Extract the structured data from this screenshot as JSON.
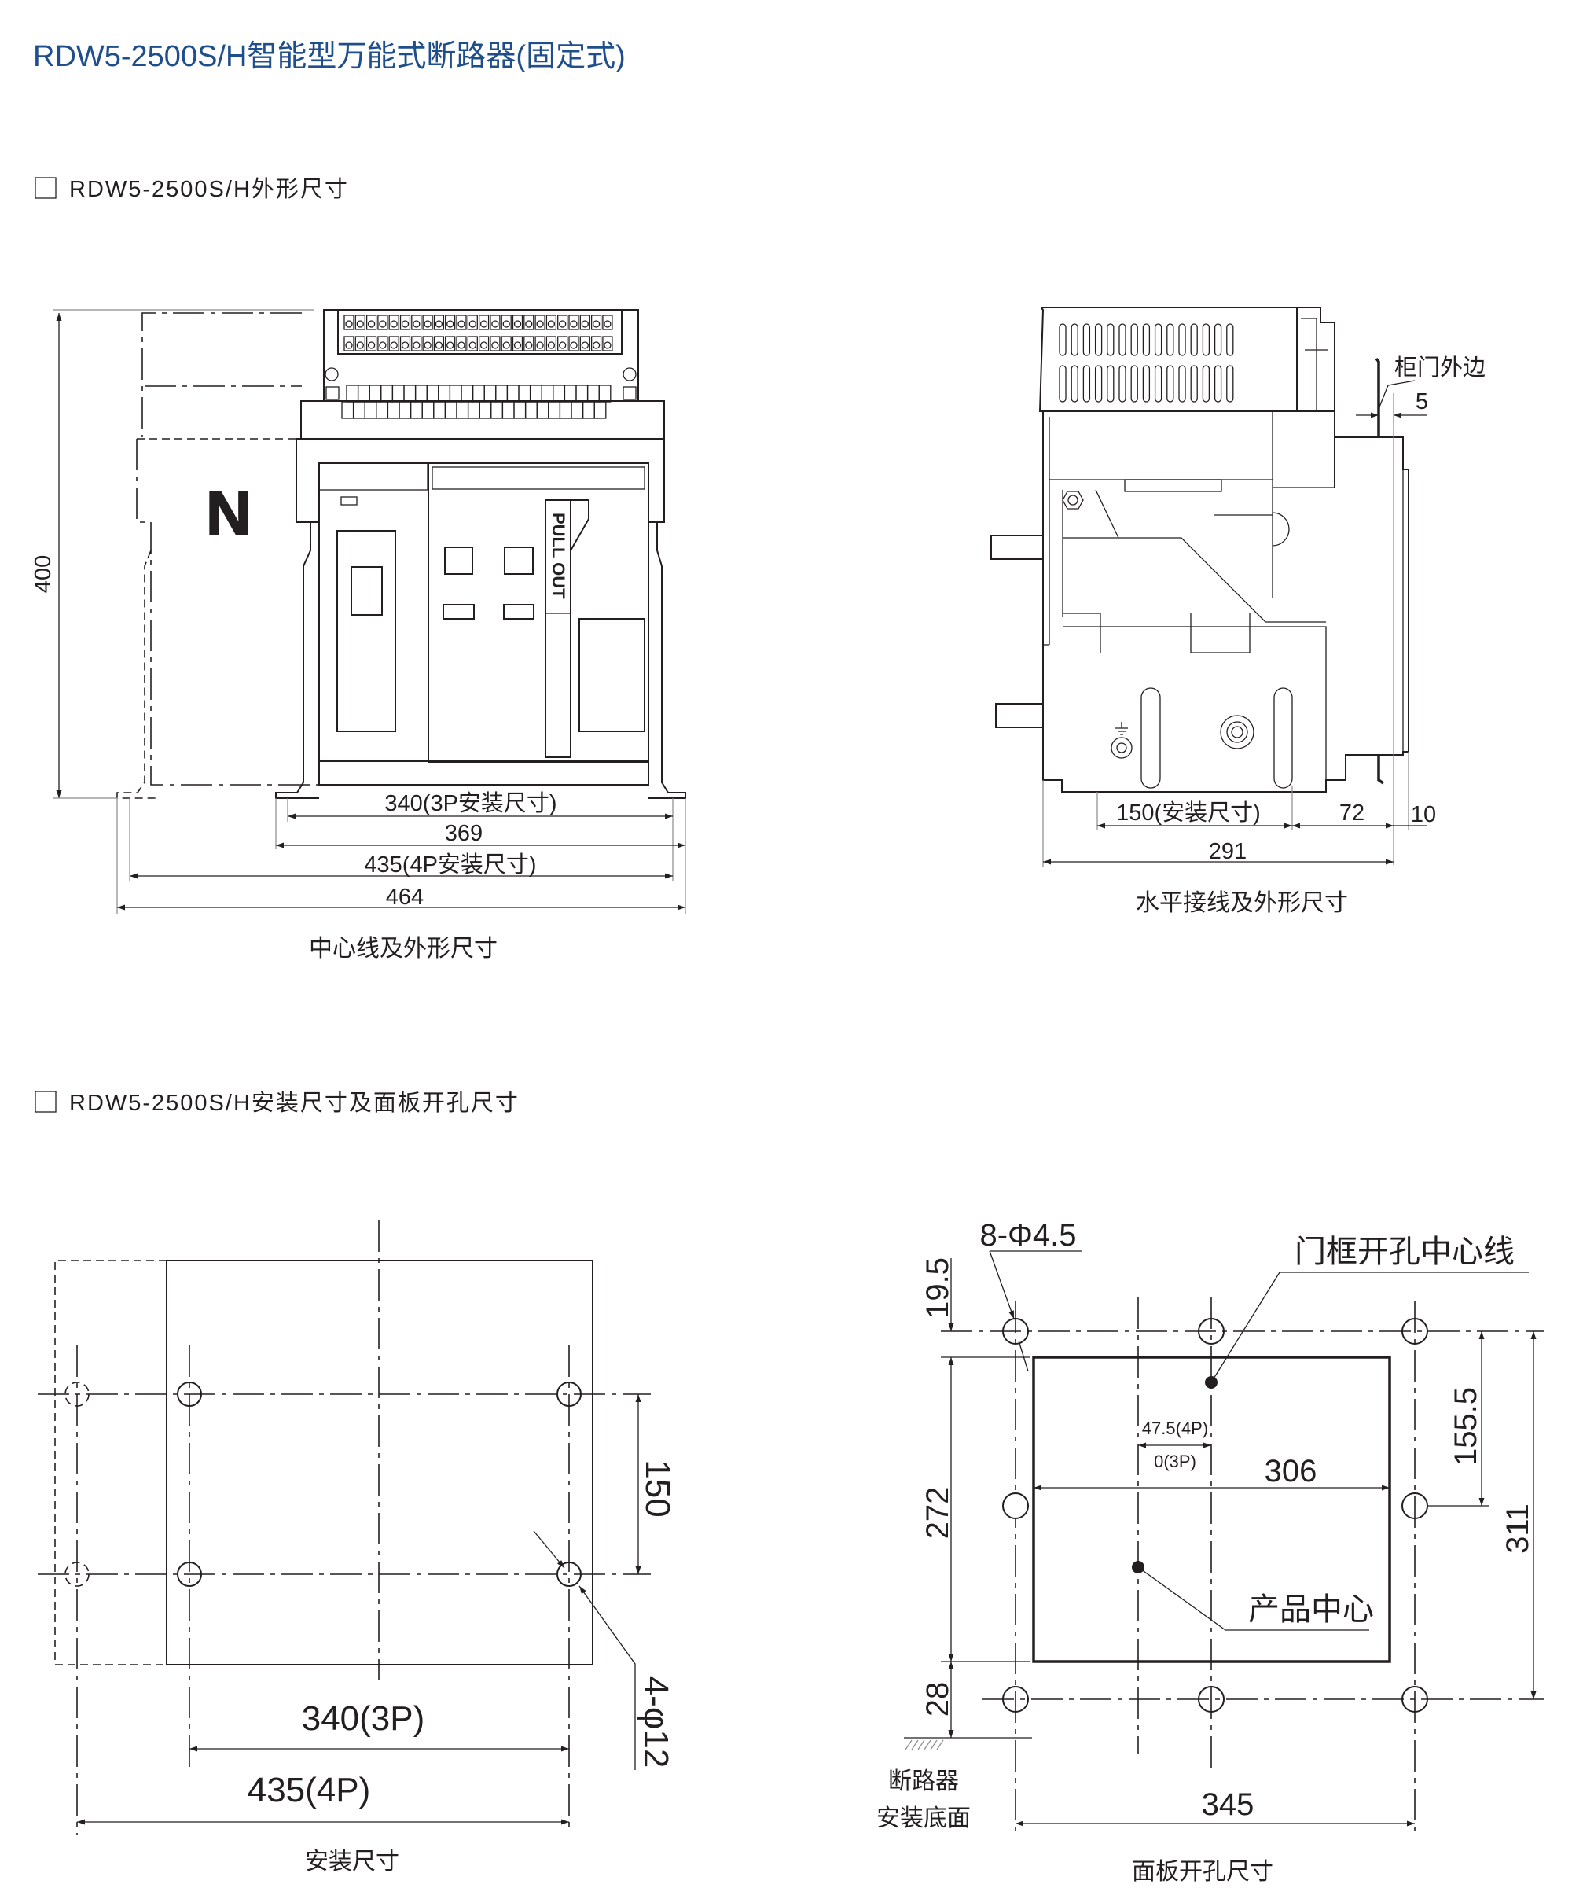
{
  "title": "RDW5-2500S/H智能型万能式断路器(固定式)",
  "sections": [
    {
      "heading": "RDW5-2500S/H外形尺寸"
    },
    {
      "heading": "RDW5-2500S/H安装尺寸及面板开孔尺寸"
    }
  ],
  "front_view": {
    "caption": "中心线及外形尺寸",
    "dim_height": "400",
    "dim_340": "340(3P安装尺寸)",
    "dim_369": "369",
    "dim_435": "435(4P安装尺寸)",
    "dim_464": "464",
    "n_label": "N",
    "pull_out": "PULL OUT"
  },
  "side_view": {
    "caption": "水平接线及外形尺寸",
    "door_label": "柜门外边",
    "dim_5": "5",
    "dim_150": "150(安装尺寸)",
    "dim_72": "72",
    "dim_10": "10",
    "dim_291": "291"
  },
  "mount_view": {
    "caption": "安装尺寸",
    "dim_150": "150",
    "dim_340": "340(3P)",
    "dim_435": "435(4P)",
    "hole_spec": "4-φ12"
  },
  "panel_view": {
    "caption": "面板开孔尺寸",
    "hole_spec": "8-Φ4.5",
    "door_center": "门框开孔中心线",
    "product_center": "产品中心",
    "dim_19_5": "19.5",
    "dim_272": "272",
    "dim_28": "28",
    "dim_155_5": "155.5",
    "dim_311": "311",
    "dim_306": "306",
    "dim_47_5": "47.5(4P)",
    "dim_0": "0(3P)",
    "dim_345": "345",
    "base_label_1": "断路器",
    "base_label_2": "安装底面"
  },
  "colors": {
    "title": "#1f4e8c",
    "line": "#231f20"
  }
}
